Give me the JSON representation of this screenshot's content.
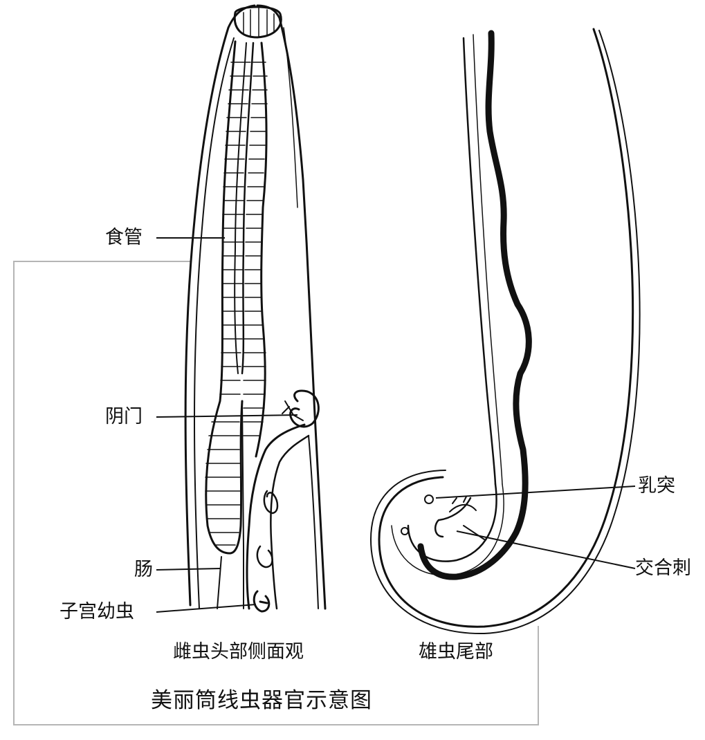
{
  "diagram": {
    "title": "美丽筒线虫器官示意图",
    "panels": [
      {
        "caption": "雌虫头部侧面观"
      },
      {
        "caption": "雄虫尾部"
      }
    ],
    "labels": {
      "esophagus": "食管",
      "vulva": "阴门",
      "intestine": "肠",
      "uterine_larvae": "子宫幼虫",
      "papillae": "乳突",
      "spicule": "交合刺"
    }
  }
}
